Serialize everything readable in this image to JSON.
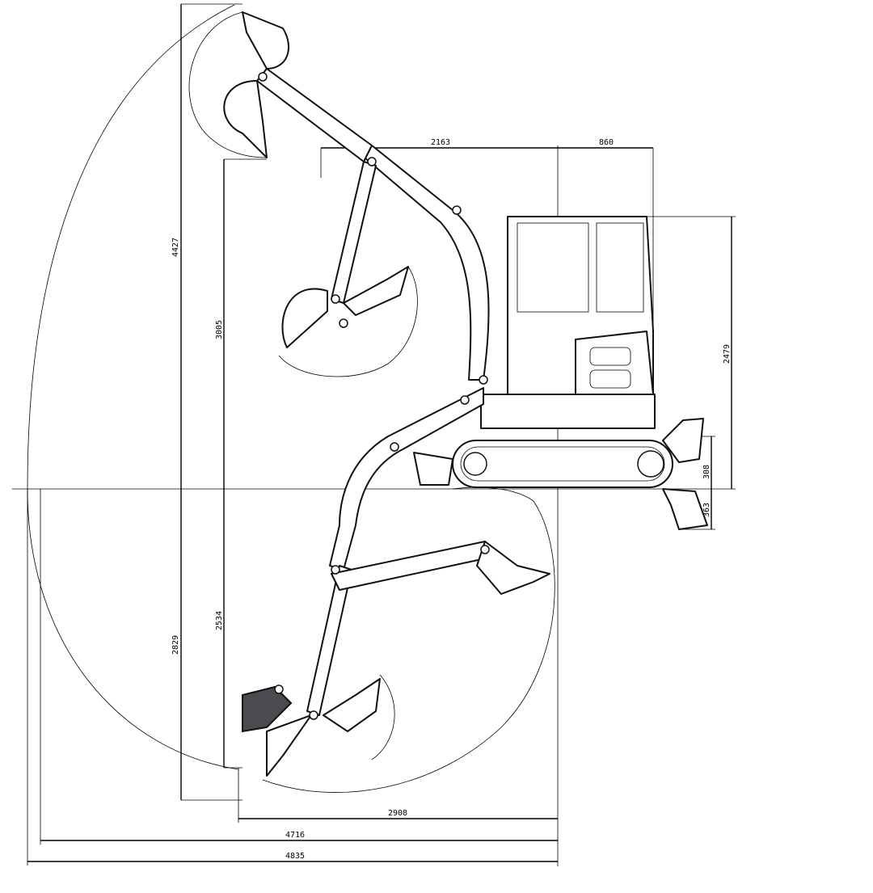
{
  "drawing": {
    "title": "Excavator working range dimensions",
    "dimensions": {
      "max_digging_height": "4427",
      "max_dumping_height": "3005",
      "max_digging_depth": "2829",
      "max_vertical_wall_depth": "2534",
      "front_swing_radius": "2163",
      "tail_swing_radius": "860",
      "overall_height": "2479",
      "blade_lift_height": "308",
      "blade_drop_depth": "363",
      "min_swing_radius": "2908",
      "max_reach_ground": "4716",
      "max_reach": "4835"
    },
    "colors": {
      "line": "#000000",
      "bucket_fill": "#4a4a50"
    }
  }
}
